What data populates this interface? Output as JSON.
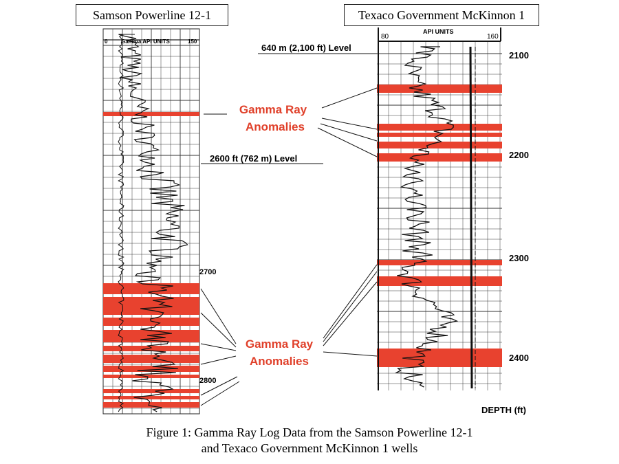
{
  "left_well": {
    "title": "Samson Powerline 12-1",
    "scale_label": "Gamma API UNITS",
    "scale_min": "0",
    "scale_max": "150",
    "level_label": "2600 ft (762 m) Level",
    "depth_labels": [
      "2700",
      "2800"
    ]
  },
  "right_well": {
    "title": "Texaco Government McKinnon 1",
    "scale_label": "API UNITS",
    "scale_min": "80",
    "scale_max": "160",
    "level_label": "640 m (2,100 ft) Level",
    "depth_labels": [
      "2100",
      "2200",
      "2300",
      "2400"
    ],
    "depth_axis_label": "DEPTH (ft)"
  },
  "anomaly_label_upper": [
    "Gamma Ray",
    "Anomalies"
  ],
  "anomaly_label_lower": [
    "Gamma Ray",
    "Anomalies"
  ],
  "caption": [
    "Figure 1: Gamma Ray Log Data from the Samson Powerline 12-1",
    "and Texaco Government McKinnon 1 wells"
  ],
  "colors": {
    "anomaly_band": "#e8422f",
    "anomaly_text": "#e0402a",
    "log_ink": "#111111",
    "grid": "#333333"
  }
}
